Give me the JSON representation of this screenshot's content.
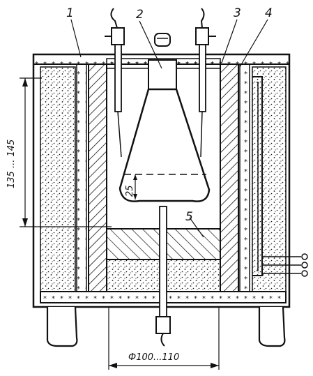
{
  "labels": {
    "l1": "1",
    "l2": "2",
    "l3": "3",
    "l4": "4",
    "l5": "5"
  },
  "dimensions": {
    "height_range": "135 ... 145",
    "depth": "25",
    "diameter": "Ф100...110"
  },
  "colors": {
    "ink": "#111111",
    "paper": "#ffffff"
  }
}
